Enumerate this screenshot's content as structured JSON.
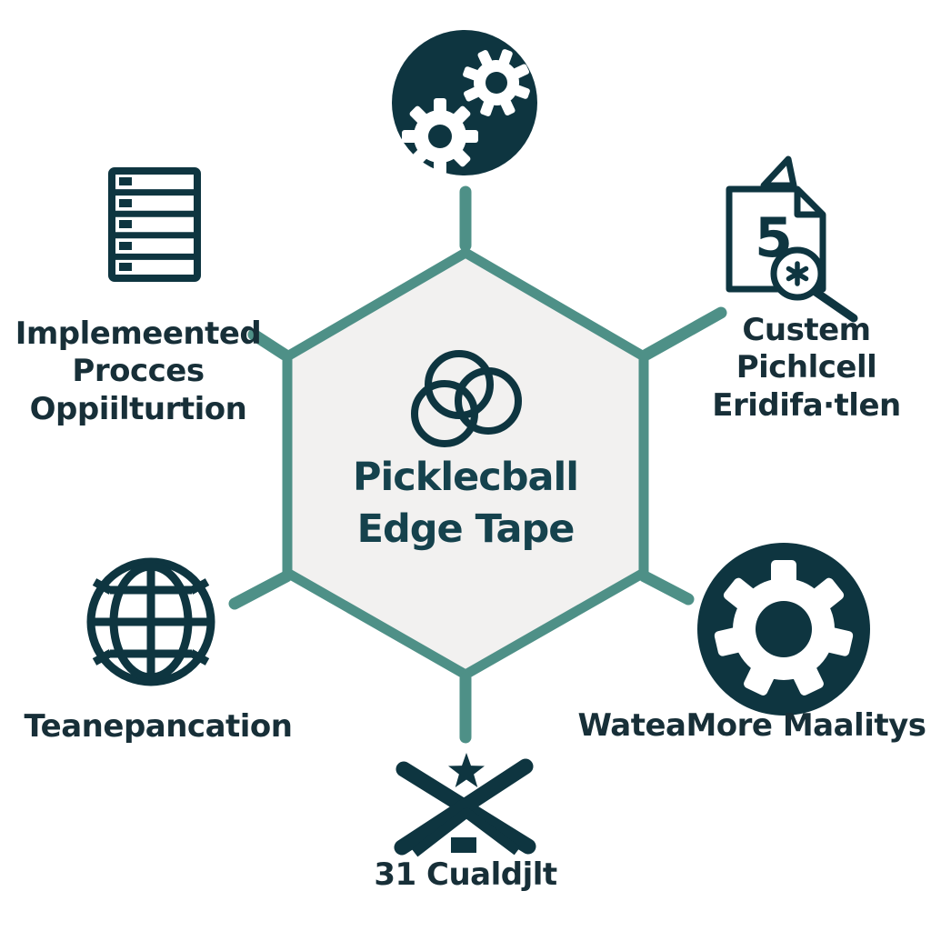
{
  "center": {
    "icon": "three-rings-icon",
    "title_lines": [
      "Picklecball",
      "Edge Tape"
    ]
  },
  "nodes": {
    "top": {
      "icon": "gears-badge-icon"
    },
    "top_left": {
      "icon": "server-list-icon",
      "label_lines": [
        "Implemeented",
        "Procces",
        "Oppiilturtion"
      ]
    },
    "top_right": {
      "icon": "document-search-icon",
      "document_number": "5",
      "label_lines": [
        "Custem",
        "Pichlcell",
        "Eridifa·tlen"
      ]
    },
    "bottom_left": {
      "icon": "globe-icon",
      "label_lines": [
        "Teanepancation"
      ]
    },
    "bottom_right": {
      "icon": "gear-badge-icon",
      "label_lines": [
        "WateaMore Maalitys"
      ]
    },
    "bottom": {
      "icon": "crossed-sticks-star-icon",
      "label_lines": [
        "31 Cualdjlt"
      ]
    }
  },
  "colors": {
    "teal": "#4e9087",
    "dark": "#0e3540",
    "dark_text": "#172f38",
    "title_text": "#15424d",
    "hex_fill": "#f2f1f0",
    "background": "#ffffff"
  }
}
